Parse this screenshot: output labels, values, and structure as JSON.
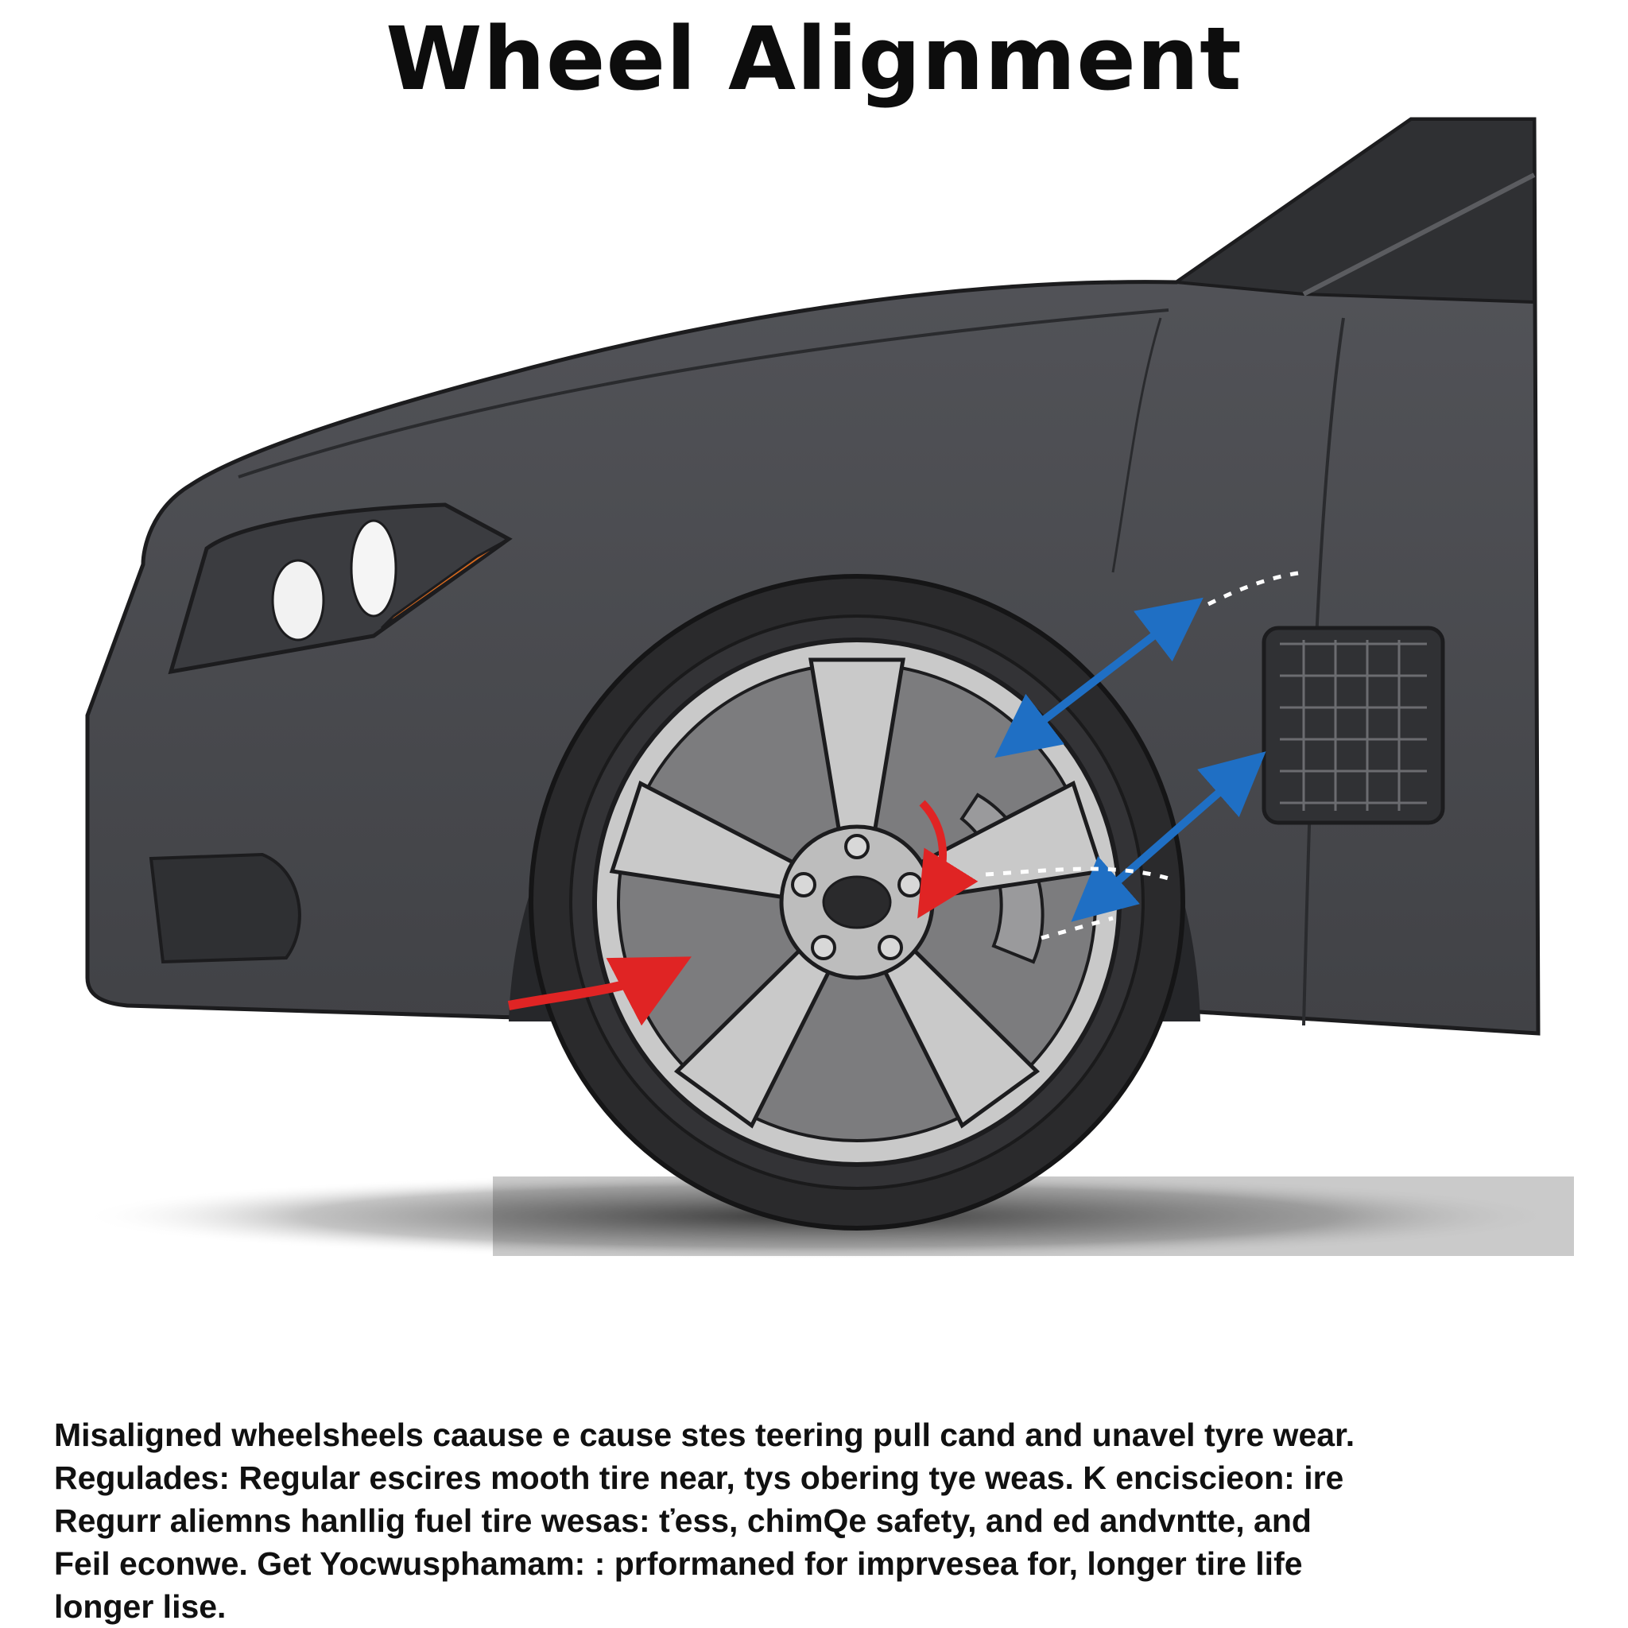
{
  "title": "Wheel Alignment",
  "illustration": {
    "subject": "front-quarter-of-car",
    "colors": {
      "body": "#4a4b4f",
      "body_dark": "#36373a",
      "outline": "#1c1c1e",
      "tire": "#2a2a2c",
      "rim": "#c9c9c9",
      "rotor": "#8e8e8e",
      "indicator": "#d86a1e",
      "arrow_red": "#e02424",
      "arrow_blue": "#1f6fc4"
    },
    "icons": [
      "red-arrow-icon",
      "blue-double-arrow-icon",
      "tire-tread-icon"
    ]
  },
  "caption": {
    "lines": [
      "Misaligned wheelsheels caause e cause stes teering pull cand and unavel tyre wear.",
      "Regulades: Regular escires mooth tire near, tys obering tye weas. K encisciеon: ire",
      "Regurr aliemns hanllig fuel tire wesas: ťess, chimQe safety, and ed andvntte, and",
      "Feil econwe. Get Yocwusphamam: : prformaned for imprvesea for, longer tire life",
      "longer lise."
    ]
  }
}
